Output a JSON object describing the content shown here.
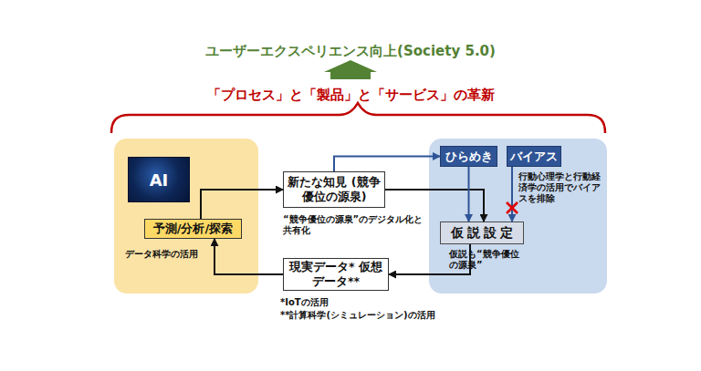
{
  "diagram": {
    "title": "ユーザーエクスペリエンス向上(Society 5.0)",
    "nodes": [
      {
        "text": [
          "データ科学の活用"
        ]
      },
      {
        "text": [
          "AI"
        ],
        "in": 0
      },
      {
        "text": [
          "予測/分析/探索"
        ],
        "in": 0
      },
      {
        "text": [
          "新たな知見 (競争優位の源泉)"
        ]
      },
      {
        "text": [
          "現実データ* 仮想データ**"
        ]
      },
      {
        "text": [
          "行動心理学と行動経済学の活用でバイアスを排除",
          "仮説も“競争優位の源泉”"
        ]
      },
      {
        "text": [
          "ひらめき"
        ],
        "in": 5
      },
      {
        "text": [
          "バイアス"
        ],
        "in": 5
      },
      {
        "text": [
          "仮説設定"
        ],
        "in": 5
      }
    ],
    "edges": [
      {
        "from": 2,
        "to": 3,
        "arrow": "to"
      },
      {
        "from": 3,
        "to": 6,
        "arrow": "to"
      },
      {
        "from": 3,
        "to": 8,
        "arrow": "to"
      },
      {
        "from": 6,
        "to": 8,
        "arrow": "to"
      },
      {
        "from": 7,
        "to": 8,
        "arrow": "to"
      },
      {
        "from": 8,
        "to": 4,
        "arrow": "to"
      },
      {
        "from": 4,
        "to": 2,
        "arrow": "to"
      }
    ],
    "labels": [
      "「プロセス」と「製品」と「サービス」の革新",
      "“競争優位の源泉”のデジタル化と共有化",
      "*IoTの活用",
      "**計算科学(シミュレーション)の活用"
    ]
  }
}
